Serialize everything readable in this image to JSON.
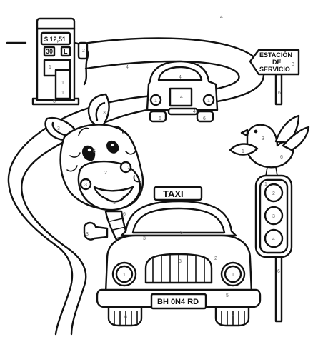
{
  "pump": {
    "price": "$ 12,51",
    "quantity": "30",
    "unit": "L",
    "numbers": [
      "1",
      "1",
      "1",
      "6",
      "2"
    ]
  },
  "sign": {
    "line1": "ESTACIÓN",
    "line2": "DE",
    "line3": "SERVICIO",
    "numbers": [
      "6",
      "3"
    ]
  },
  "taxi": {
    "roof_sign": "TAXI",
    "plate": "BH 0N4 RD",
    "numbers": [
      "5",
      "2",
      "1",
      "1",
      "6",
      "6",
      "3",
      "5",
      "3"
    ]
  },
  "small_car": {
    "numbers": [
      "4",
      "4",
      "6",
      "6",
      "4",
      "1",
      "1"
    ]
  },
  "zebra": {
    "numbers": [
      "3",
      "3",
      "6",
      "2",
      "3",
      "1",
      "2",
      "6",
      "3"
    ]
  },
  "bird": {
    "numbers": [
      "1",
      "3",
      "6"
    ]
  },
  "traffic_light": {
    "numbers": [
      "1",
      "3",
      "4",
      "2",
      "6"
    ]
  },
  "scene": {
    "numbers": [
      "4",
      "4"
    ]
  }
}
